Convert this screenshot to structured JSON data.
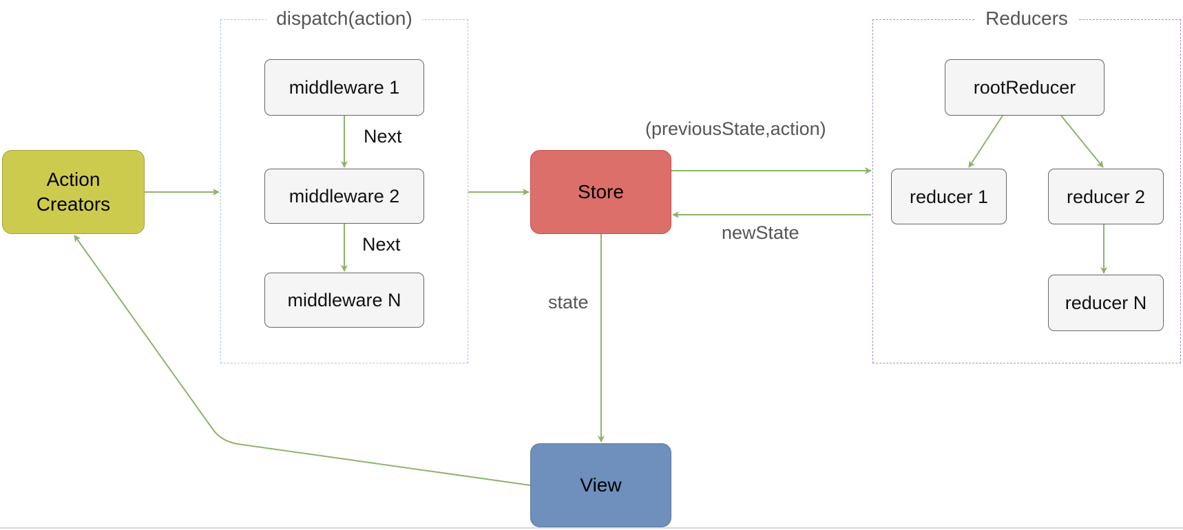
{
  "groups": {
    "dispatch": {
      "title": "dispatch(action)"
    },
    "reducers": {
      "title": "Reducers"
    }
  },
  "nodes": {
    "action_creators": {
      "line1": "Action",
      "line2": "Creators",
      "color": "#cdcb4d"
    },
    "middleware_1": {
      "label": "middleware 1"
    },
    "middleware_2": {
      "label": "middleware 2"
    },
    "middleware_n": {
      "label": "middleware N"
    },
    "store": {
      "label": "Store",
      "color": "#dc6f6a"
    },
    "view": {
      "label": "View",
      "color": "#6f8fbc"
    },
    "root_reducer": {
      "label": "rootReducer"
    },
    "reducer_1": {
      "label": "reducer 1"
    },
    "reducer_2": {
      "label": "reducer 2"
    },
    "reducer_n": {
      "label": "reducer N"
    }
  },
  "edge_labels": {
    "next_1": "Next",
    "next_2": "Next",
    "previous_state_action": "(previousState,action)",
    "new_state": "newState",
    "state": "state"
  },
  "colors": {
    "edge": "#8cb36a",
    "dispatch_border": "#a9c4ea",
    "reducers_border": "#a98bbf"
  }
}
